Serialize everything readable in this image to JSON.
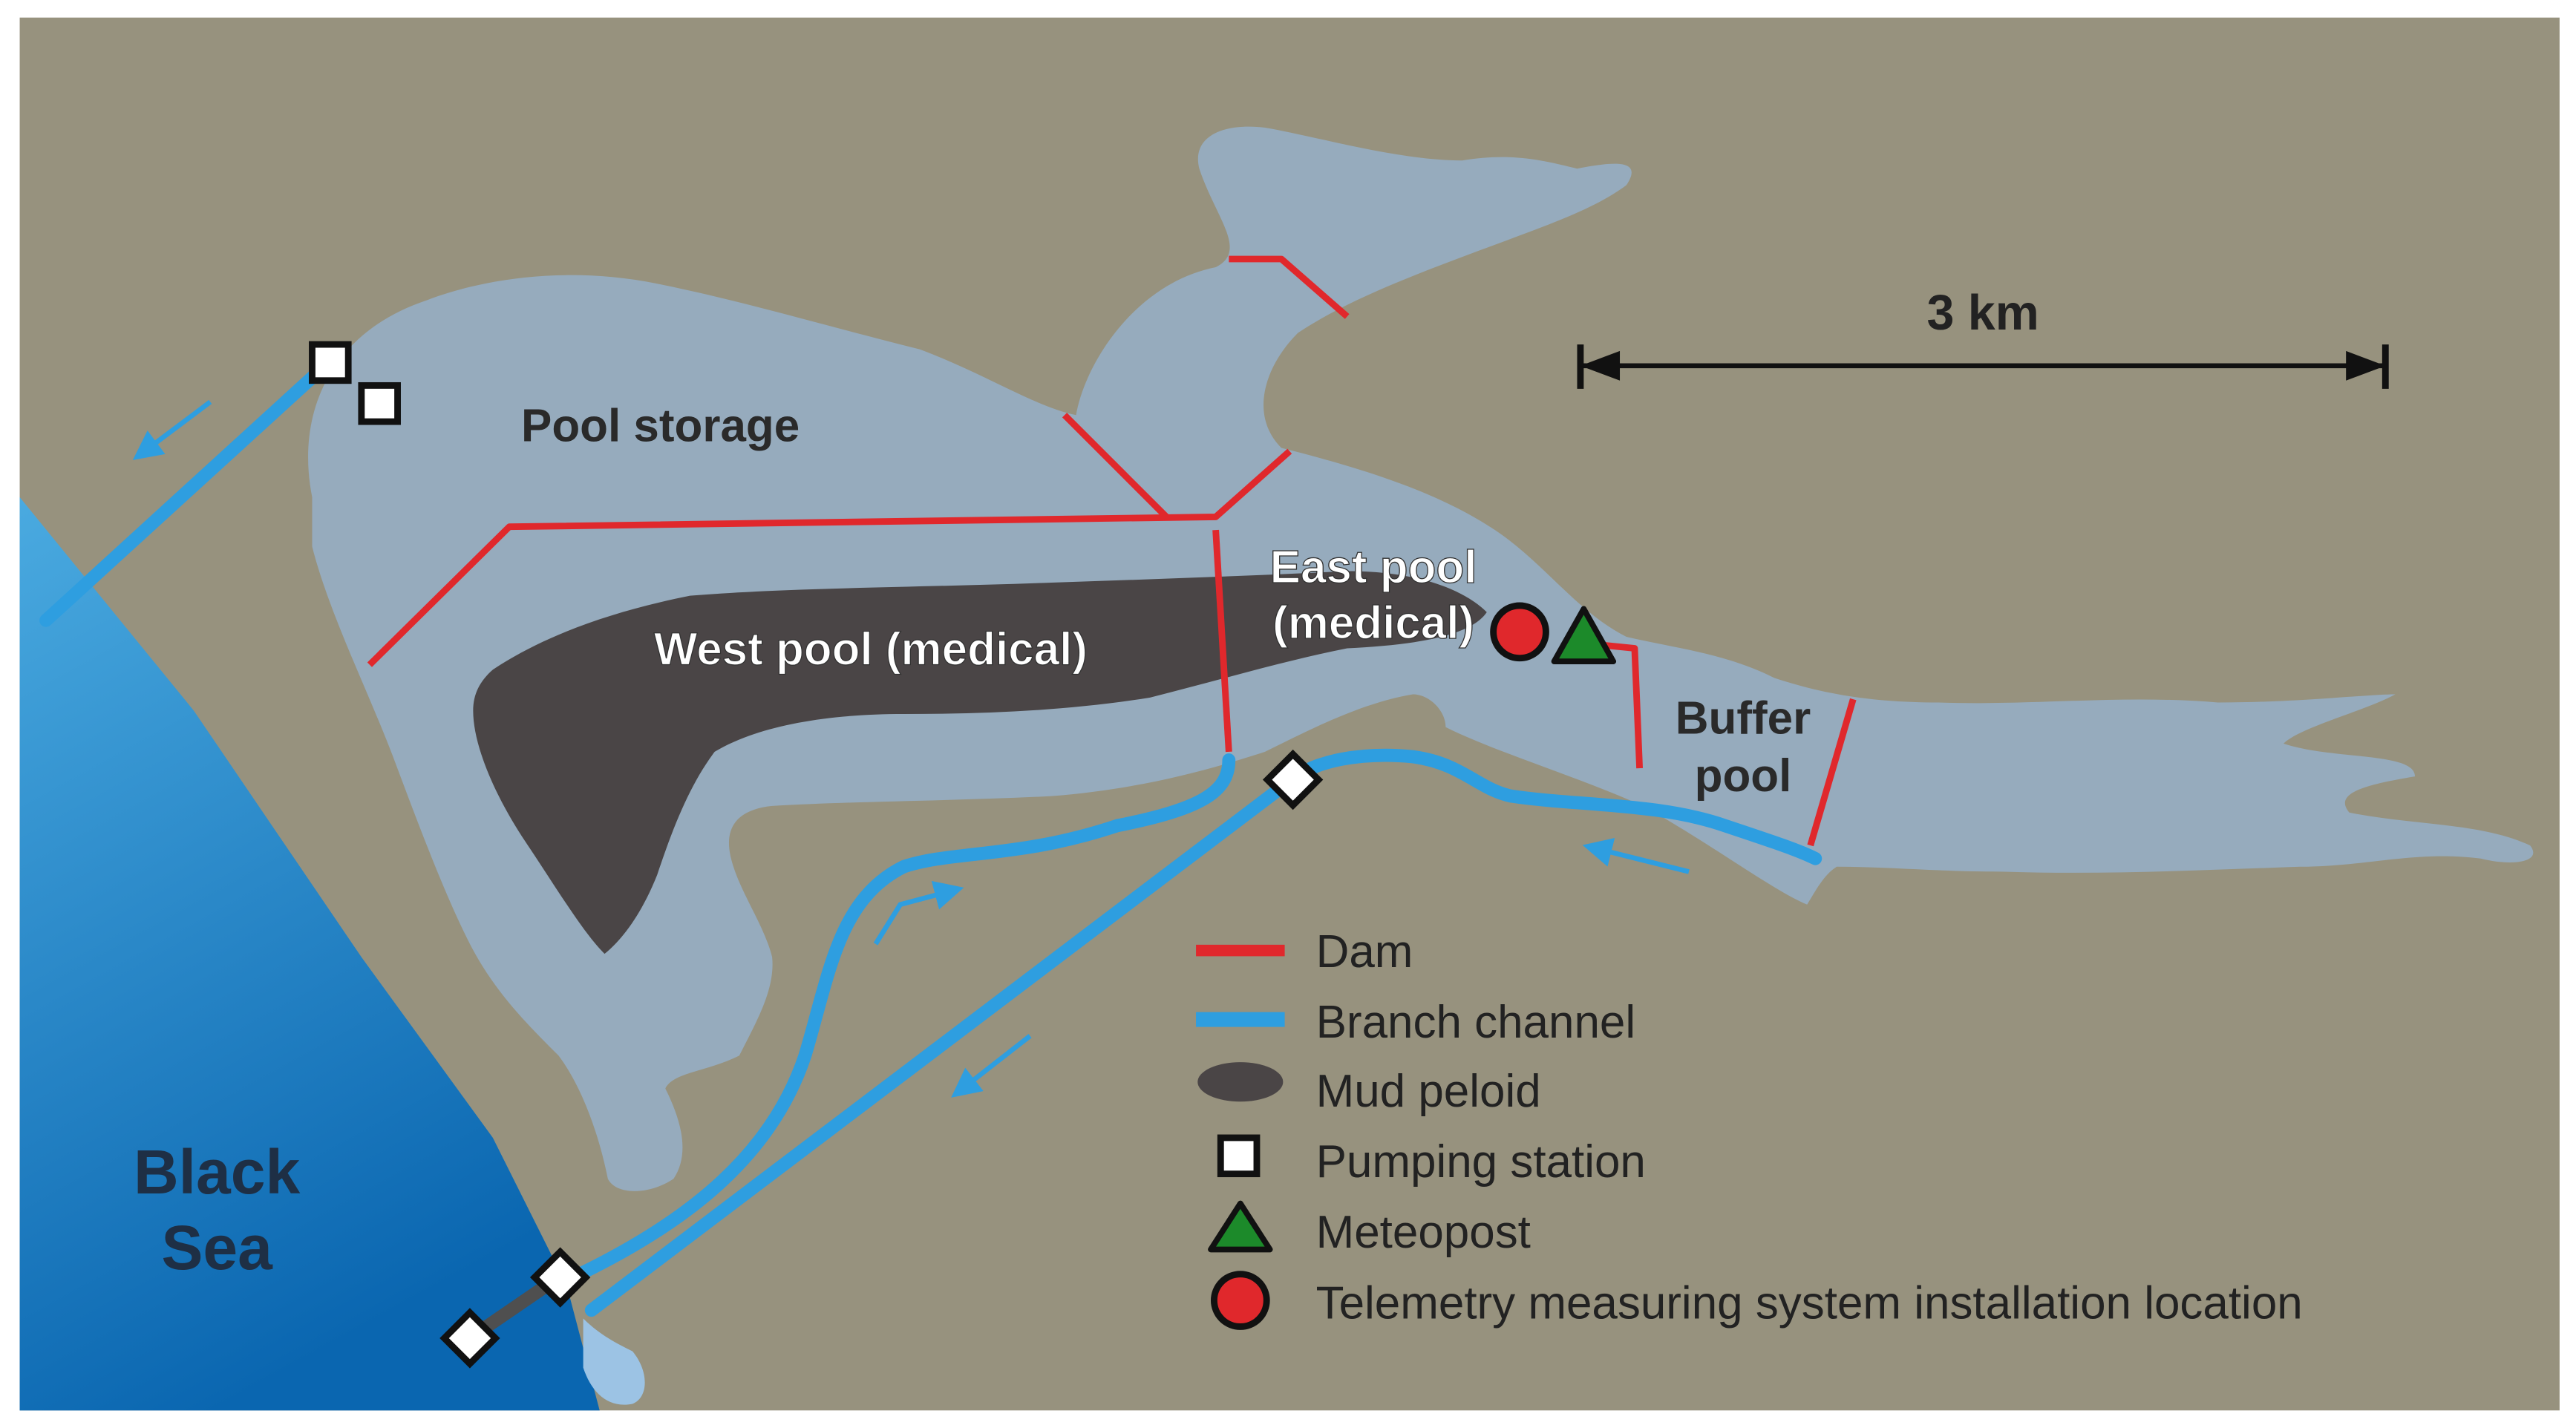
{
  "colors": {
    "land": "#97927e",
    "water": "#96abbd",
    "mud": "#4a4546",
    "dam": "#e0282c",
    "channel": "#2e9ee0",
    "sea_light": "#45a5de",
    "sea_dark": "#0a6ab4",
    "meteopost": "#1c8a2a",
    "telemetry": "#e0282c"
  },
  "labels": {
    "pool_storage": "Pool storage",
    "west_pool": "West pool (medical)",
    "east_pool_line1": "East pool",
    "east_pool_line2": "(medical)",
    "buffer_line1": "Buffer",
    "buffer_line2": "pool",
    "sea_line1": "Black",
    "sea_line2": "Sea"
  },
  "scale_bar": {
    "label": "3 km"
  },
  "legend": {
    "items": [
      {
        "symbol": "dam-line-icon",
        "label": "Dam"
      },
      {
        "symbol": "channel-line-icon",
        "label": "Branch channel"
      },
      {
        "symbol": "mud-ellipse-icon",
        "label": "Mud peloid"
      },
      {
        "symbol": "pumping-square-icon",
        "label": "Pumping station"
      },
      {
        "symbol": "meteopost-triangle-icon",
        "label": "Meteopost"
      },
      {
        "symbol": "telemetry-circle-icon",
        "label": "Telemetry measuring system installation location"
      }
    ]
  }
}
